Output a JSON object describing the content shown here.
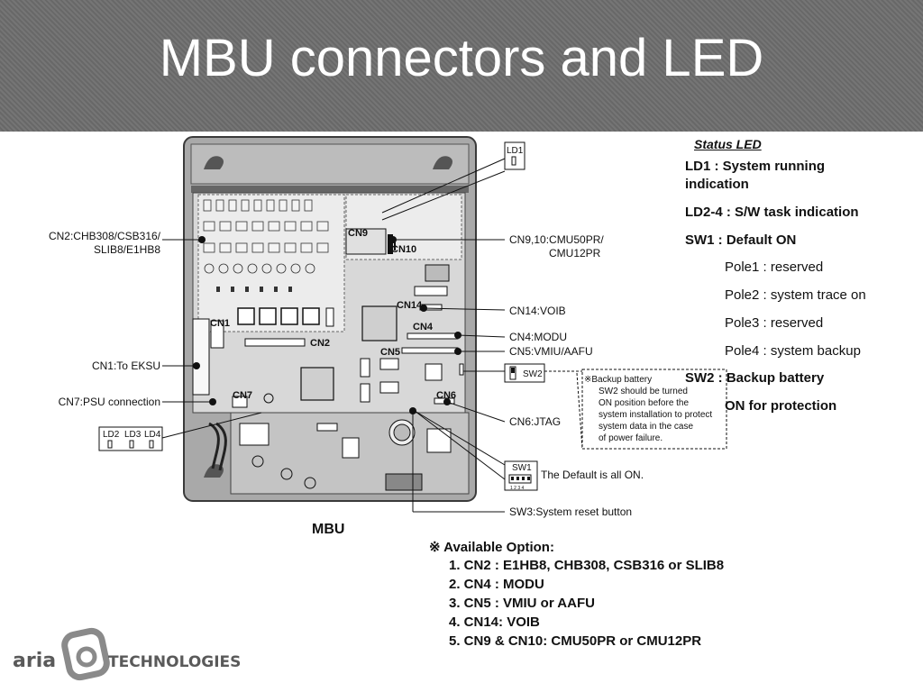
{
  "slide": {
    "title": "MBU connectors and LED"
  },
  "diagram": {
    "board_label": "MBU",
    "chip_labels": {
      "cn1": "CN1",
      "cn2": "CN2",
      "cn4": "CN4",
      "cn5": "CN5",
      "cn6": "CN6",
      "cn7": "CN7",
      "cn9": "CN9",
      "cn10": "CN10",
      "cn14": "CN14"
    },
    "callouts": {
      "ld1": "LD1",
      "cn2_line1": "CN2:CHB308/CSB316/",
      "cn2_line2": "SLIB8/E1HB8",
      "cn1": "CN1:To EKSU",
      "cn7": "CN7:PSU connection",
      "ld2": "LD2",
      "ld3": "LD3",
      "ld4": "LD4",
      "cn9_10_line1": "CN9,10:CMU50PR/",
      "cn9_10_line2": "CMU12PR",
      "cn14": "CN14:VOIB",
      "cn4": "CN4:MODU",
      "cn5": "CN5:VMIU/AAFU",
      "sw2": "SW2",
      "cn6": "CN6:JTAG",
      "sw1": "SW1",
      "sw1_numbers": "1 2 3 4",
      "sw1_default": "The Default is all ON.",
      "sw3": "SW3:System reset button"
    },
    "backup_note": [
      "※Backup battery",
      "SW2 should be turned",
      "ON position before the",
      "system installation to protect",
      "system data in the case",
      "of power failure."
    ]
  },
  "status_panel": {
    "header": "Status LED",
    "ld1_line1": "LD1 : System running",
    "ld1_line2": "indication",
    "ld2_4": "LD2-4 : S/W task indication",
    "sw1": "SW1 : Default ON",
    "poles": [
      "Pole1 : reserved",
      "Pole2 : system trace on",
      "Pole3 : reserved",
      "Pole4 : system backup"
    ],
    "sw2_line1": "SW2 : Backup battery",
    "sw2_line2": "ON for protection"
  },
  "options": {
    "title": "※ Available Option:",
    "items": [
      "1. CN2  : E1HB8, CHB308, CSB316 or SLIB8",
      "2. CN4  : MODU",
      "3. CN5  : VMIU or AAFU",
      "4. CN14: VOIB",
      "5. CN9 & CN10: CMU50PR or CMU12PR"
    ]
  },
  "logo": {
    "left": "aria",
    "right": "TECHNOLOGIES"
  },
  "colors": {
    "header_bg": "#6e6e6e",
    "title_text": "#ffffff",
    "board_bg": "#d8d8d8"
  }
}
